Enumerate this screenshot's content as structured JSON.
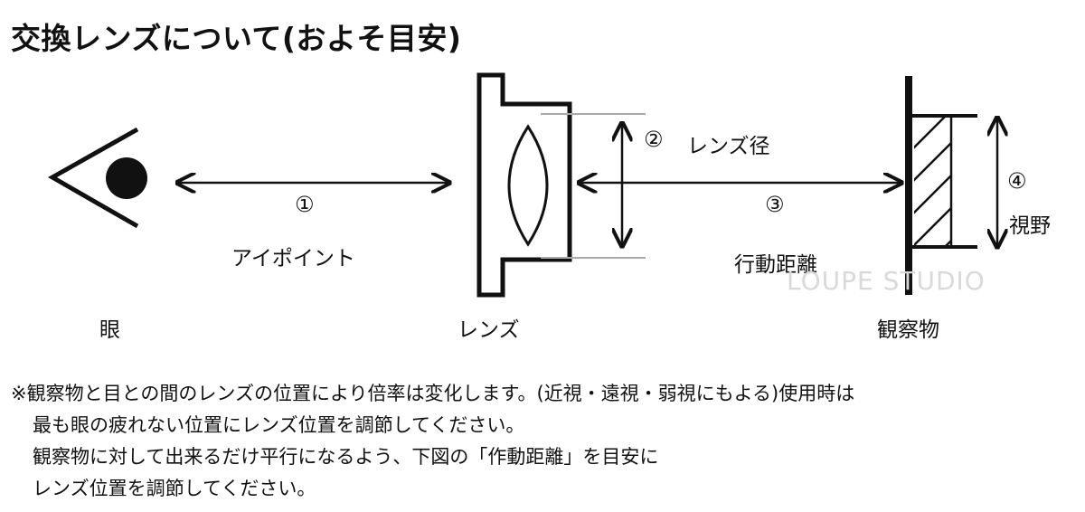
{
  "title": "交換レンズについて(およそ目安)",
  "labels": {
    "eye": "眼",
    "lens": "レンズ",
    "object": "観察物",
    "eyepoint_num": "①",
    "eyepoint": "アイポイント",
    "lens_diameter_num": "②",
    "lens_diameter": "レンズ径",
    "working_distance_num": "③",
    "working_distance": "行動距離",
    "field_of_view_num": "④",
    "field_of_view": "視野"
  },
  "watermark": "LOUPE STUDIO",
  "note": [
    "※観察物と目との間のレンズの位置により倍率は変化します。(近視・遠視・弱視にもよる)使用時は",
    "最も眼の疲れない位置にレンズ位置を調節してください。",
    "観察物に対して出来るだけ平行になるよう、下図の「作動距離」を目安に",
    "レンズ位置を調節してください。"
  ]
}
